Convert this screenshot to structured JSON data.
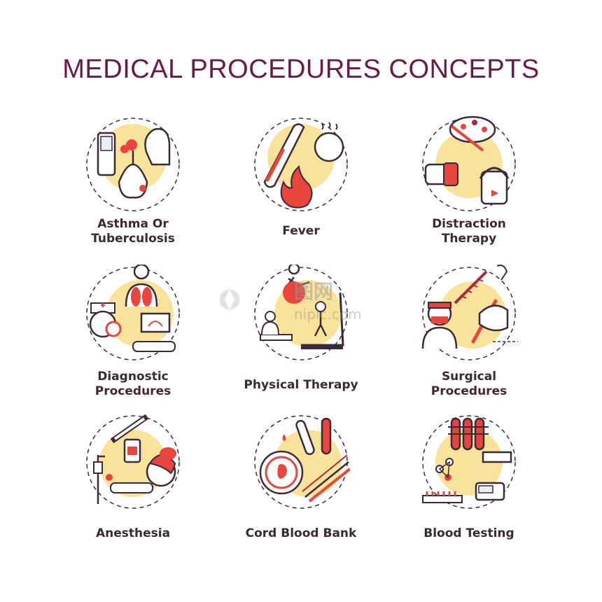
{
  "title": "MEDICAL PROCEDURES CONCEPTS",
  "colors": {
    "accent_yellow": "#f9e29a",
    "outline": "#3b2a3a",
    "red": "#e8453c",
    "dark_red": "#b0243d",
    "title": "#6b1a48"
  },
  "concepts": [
    {
      "line1": "Asthma Or",
      "line2": "Tuberculosis",
      "icon": "lungs-inhaler-icon"
    },
    {
      "line1": "Fever",
      "line2": "",
      "icon": "thermometer-fire-icon"
    },
    {
      "line1": "Distraction",
      "line2": "Therapy",
      "icon": "vr-headset-palette-icon"
    },
    {
      "line1": "Diagnostic",
      "line2": "Procedures",
      "icon": "doctor-ultrasound-icon"
    },
    {
      "line1": "Physical Therapy",
      "line2": "",
      "icon": "treadmill-exercise-icon"
    },
    {
      "line1": "Surgical",
      "line2": "Procedures",
      "icon": "surgeon-scalpel-icon"
    },
    {
      "line1": "Anesthesia",
      "line2": "",
      "icon": "syringe-sleep-icon"
    },
    {
      "line1": "Cord Blood Bank",
      "line2": "",
      "icon": "fetus-test-tube-icon"
    },
    {
      "line1": "Blood Testing",
      "line2": "",
      "icon": "test-tubes-device-icon"
    }
  ],
  "watermark": {
    "text": "图网",
    "sub": "nipic.com"
  }
}
